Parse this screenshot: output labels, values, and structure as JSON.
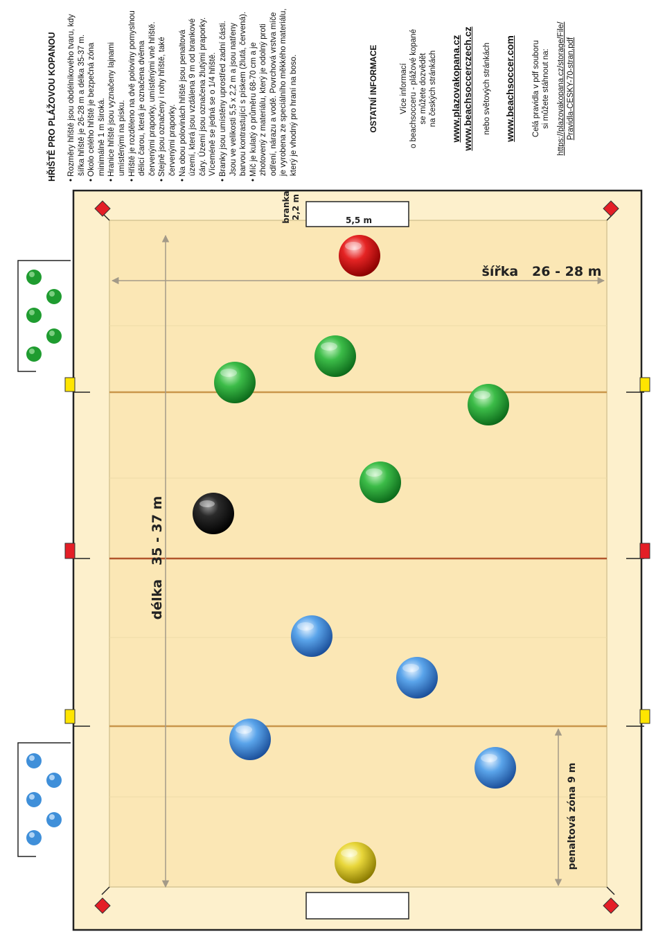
{
  "rules": {
    "heading": "HŘIŠTĚ PRO PLÁŽOVOU KOPANOU",
    "bullets": [
      "Rozměry hřiště jsou obdélníkového tvaru, kdy šířka hřiště je 26-28 m a délka 35-37 m.",
      "Okolo celého hřiště je bezpečná zóna minimálně 1 m široká.",
      "Hranice hřiště jsou vyznačeny lajnami umístěnými na písku.",
      "Hřiště je rozděleno na dvě poloviny pomyslnou dělicí čarou, která je označena dvěma červenými praporky, umístěnými vně hřiště.",
      "Stejně jsou označeny i rohy hřiště, také červenými praporky.",
      "Na obou polovinách hřiště jsou penaltová území, která jsou vzdálena 9 m od brankové čáry. Území jsou označena žlutými praporky. Víceméně se jedná se o 1/4 hřiště.",
      "Branky jsou umístěny uprostřed zadní části. Jsou ve velikosti 5,5 x 2,2 m a jsou natřeny barvou kontrastující s pískem (žlutá, červená).",
      "Míč je kulatý o průměru 68-70 cm a je zhotovený z materiálu, který je odolný proti odření, nárazu a vodě. Povrchová vrstva míče je vyrobena ze speciálního měkkého materiálu, který je vhodný pro hraní na boso."
    ]
  },
  "info": {
    "heading": "OSTATNÍ INFORMACE",
    "intro_lines": [
      "Více informací",
      "o beachsocceru - plážové kopané",
      "se můžete dozvědět",
      "na českých stránkách"
    ],
    "link1": "www.plazovakopana.cz",
    "link2": "www.beachsoccerczech.cz",
    "world_text": "nebo světových stránkách",
    "link3": "www.beachsoccer.com",
    "pdf_lines": [
      "Celá pravidla v pdf souboru",
      "si můžete stáhnout na:"
    ],
    "pdf_url_lines": [
      "https://plazovakopana.cz/storage/File/",
      "Pravidla-CESKY-70-stran.pdf"
    ]
  },
  "field": {
    "length_label": "délka   35 - 37 m",
    "width_label": "šířka   26 - 28 m",
    "goal_label_line1": "branka",
    "goal_label_line2": "2,2 m",
    "goal_width_label": "5,5 m",
    "penalty_label": "penaltová zóna 9 m",
    "colors": {
      "sand": "#fdf0cc",
      "field": "#fbe7b5",
      "field_line": "#e8d49a",
      "border": "#222222",
      "corner_flag": "#e41e26",
      "half_flag": "#e41e26",
      "penalty_flag": "#ffe500",
      "penalty_line": "#c9964a",
      "half_line": "#b2552c",
      "green": "#22a638",
      "blue": "#3f8fd9",
      "red_keeper": "#d81e1e",
      "yellow_keeper": "#e0cf1e",
      "ball": "#111111",
      "dimension": "#a39a88"
    },
    "icons": [
      "corner-flag-icon",
      "half-flag-icon",
      "penalty-flag-icon",
      "player-icon",
      "ball-icon",
      "goal-icon"
    ]
  }
}
